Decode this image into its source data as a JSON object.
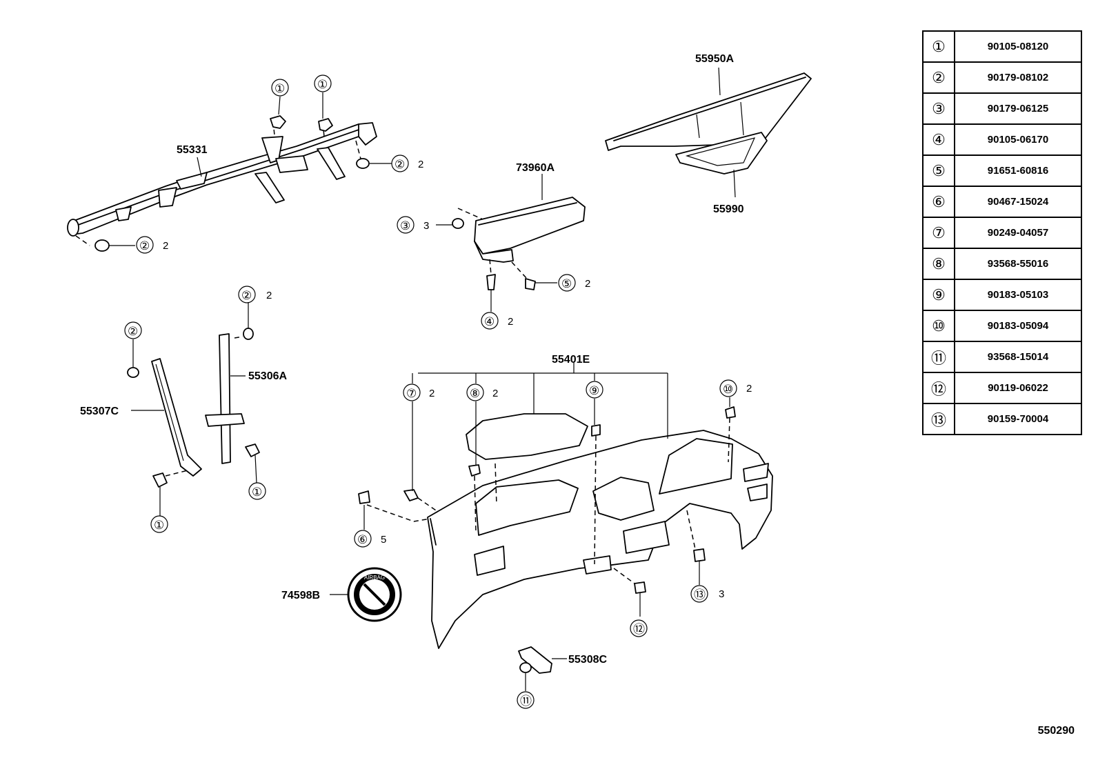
{
  "parts": {
    "reinforcement": "55331",
    "brace_right": "55306A",
    "brace_left": "55307C",
    "airbag": "73960A",
    "duct": "55950A",
    "register": "55990",
    "panel": "55401E",
    "label": "74598B",
    "bracket": "55308C"
  },
  "callouts": {
    "c1": "①",
    "c2": "②",
    "c3": "③",
    "c4": "④",
    "c5": "⑤",
    "c6": "⑥",
    "c7": "⑦",
    "c8": "⑧",
    "c9": "⑨",
    "c10": "⑩",
    "c11": "⑪",
    "c12": "⑫",
    "c13": "⑬"
  },
  "quantities": {
    "q2": "2",
    "q3": "3",
    "q5": "5"
  },
  "label_badge_text": "AIRBAG",
  "parts_table": [
    {
      "num": "①",
      "code": "90105-08120"
    },
    {
      "num": "②",
      "code": "90179-08102"
    },
    {
      "num": "③",
      "code": "90179-06125"
    },
    {
      "num": "④",
      "code": "90105-06170"
    },
    {
      "num": "⑤",
      "code": "91651-60816"
    },
    {
      "num": "⑥",
      "code": "90467-15024"
    },
    {
      "num": "⑦",
      "code": "90249-04057"
    },
    {
      "num": "⑧",
      "code": "93568-55016"
    },
    {
      "num": "⑨",
      "code": "90183-05103"
    },
    {
      "num": "⑩",
      "code": "90183-05094"
    },
    {
      "num": "⑪",
      "code": "93568-15014"
    },
    {
      "num": "⑫",
      "code": "90119-06022"
    },
    {
      "num": "⑬",
      "code": "90159-70004"
    }
  ],
  "diagram_ref": "550290"
}
